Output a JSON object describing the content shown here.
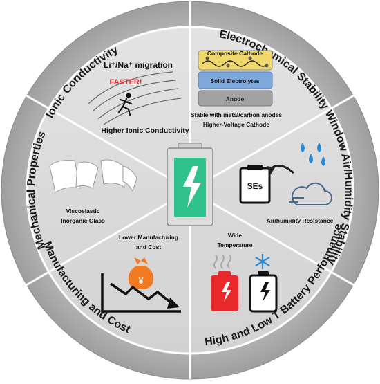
{
  "ring_labels": {
    "ionic": "Ionic Conductivity",
    "electrochem": "Electrochemical Stability Window",
    "air": "Air/Humidity Stability",
    "highlow": "High and Low T Battery Performance",
    "manufacturing": "Manufacturing and Cost",
    "mechanical": "Mechanical Properties"
  },
  "ionic": {
    "migration": "Li⁺/Na⁺ migration",
    "faster": "FASTER!",
    "caption": "Higher Ionic Conductivity"
  },
  "electrochem": {
    "cathode": "Composite Cathode",
    "electrolyte": "Solid Electrolytes",
    "anode": "Anode",
    "caption1": "Stable with metal/carbon anodes",
    "caption2": "Higher-Voltage Cathode"
  },
  "air": {
    "clipboard": "SEs",
    "caption": "Air/humidity Resistance"
  },
  "highlow": {
    "caption1": "Wide",
    "caption2": "Temperature"
  },
  "manufacturing": {
    "caption1": "Lower Manufacturing",
    "caption2": "and Cost",
    "currency": "¥"
  },
  "mechanical": {
    "caption1": "Viscoelastic",
    "caption2": "Inorganic Glass"
  },
  "colors": {
    "ring": "#a8a8a8",
    "sector": "#d9d9d9",
    "battery_body": "#d6d6d6",
    "battery_screen": "#2fc28c",
    "hot_battery": "#e8282a",
    "money_bag": "#f07a22",
    "water": "#2b8bd6"
  }
}
